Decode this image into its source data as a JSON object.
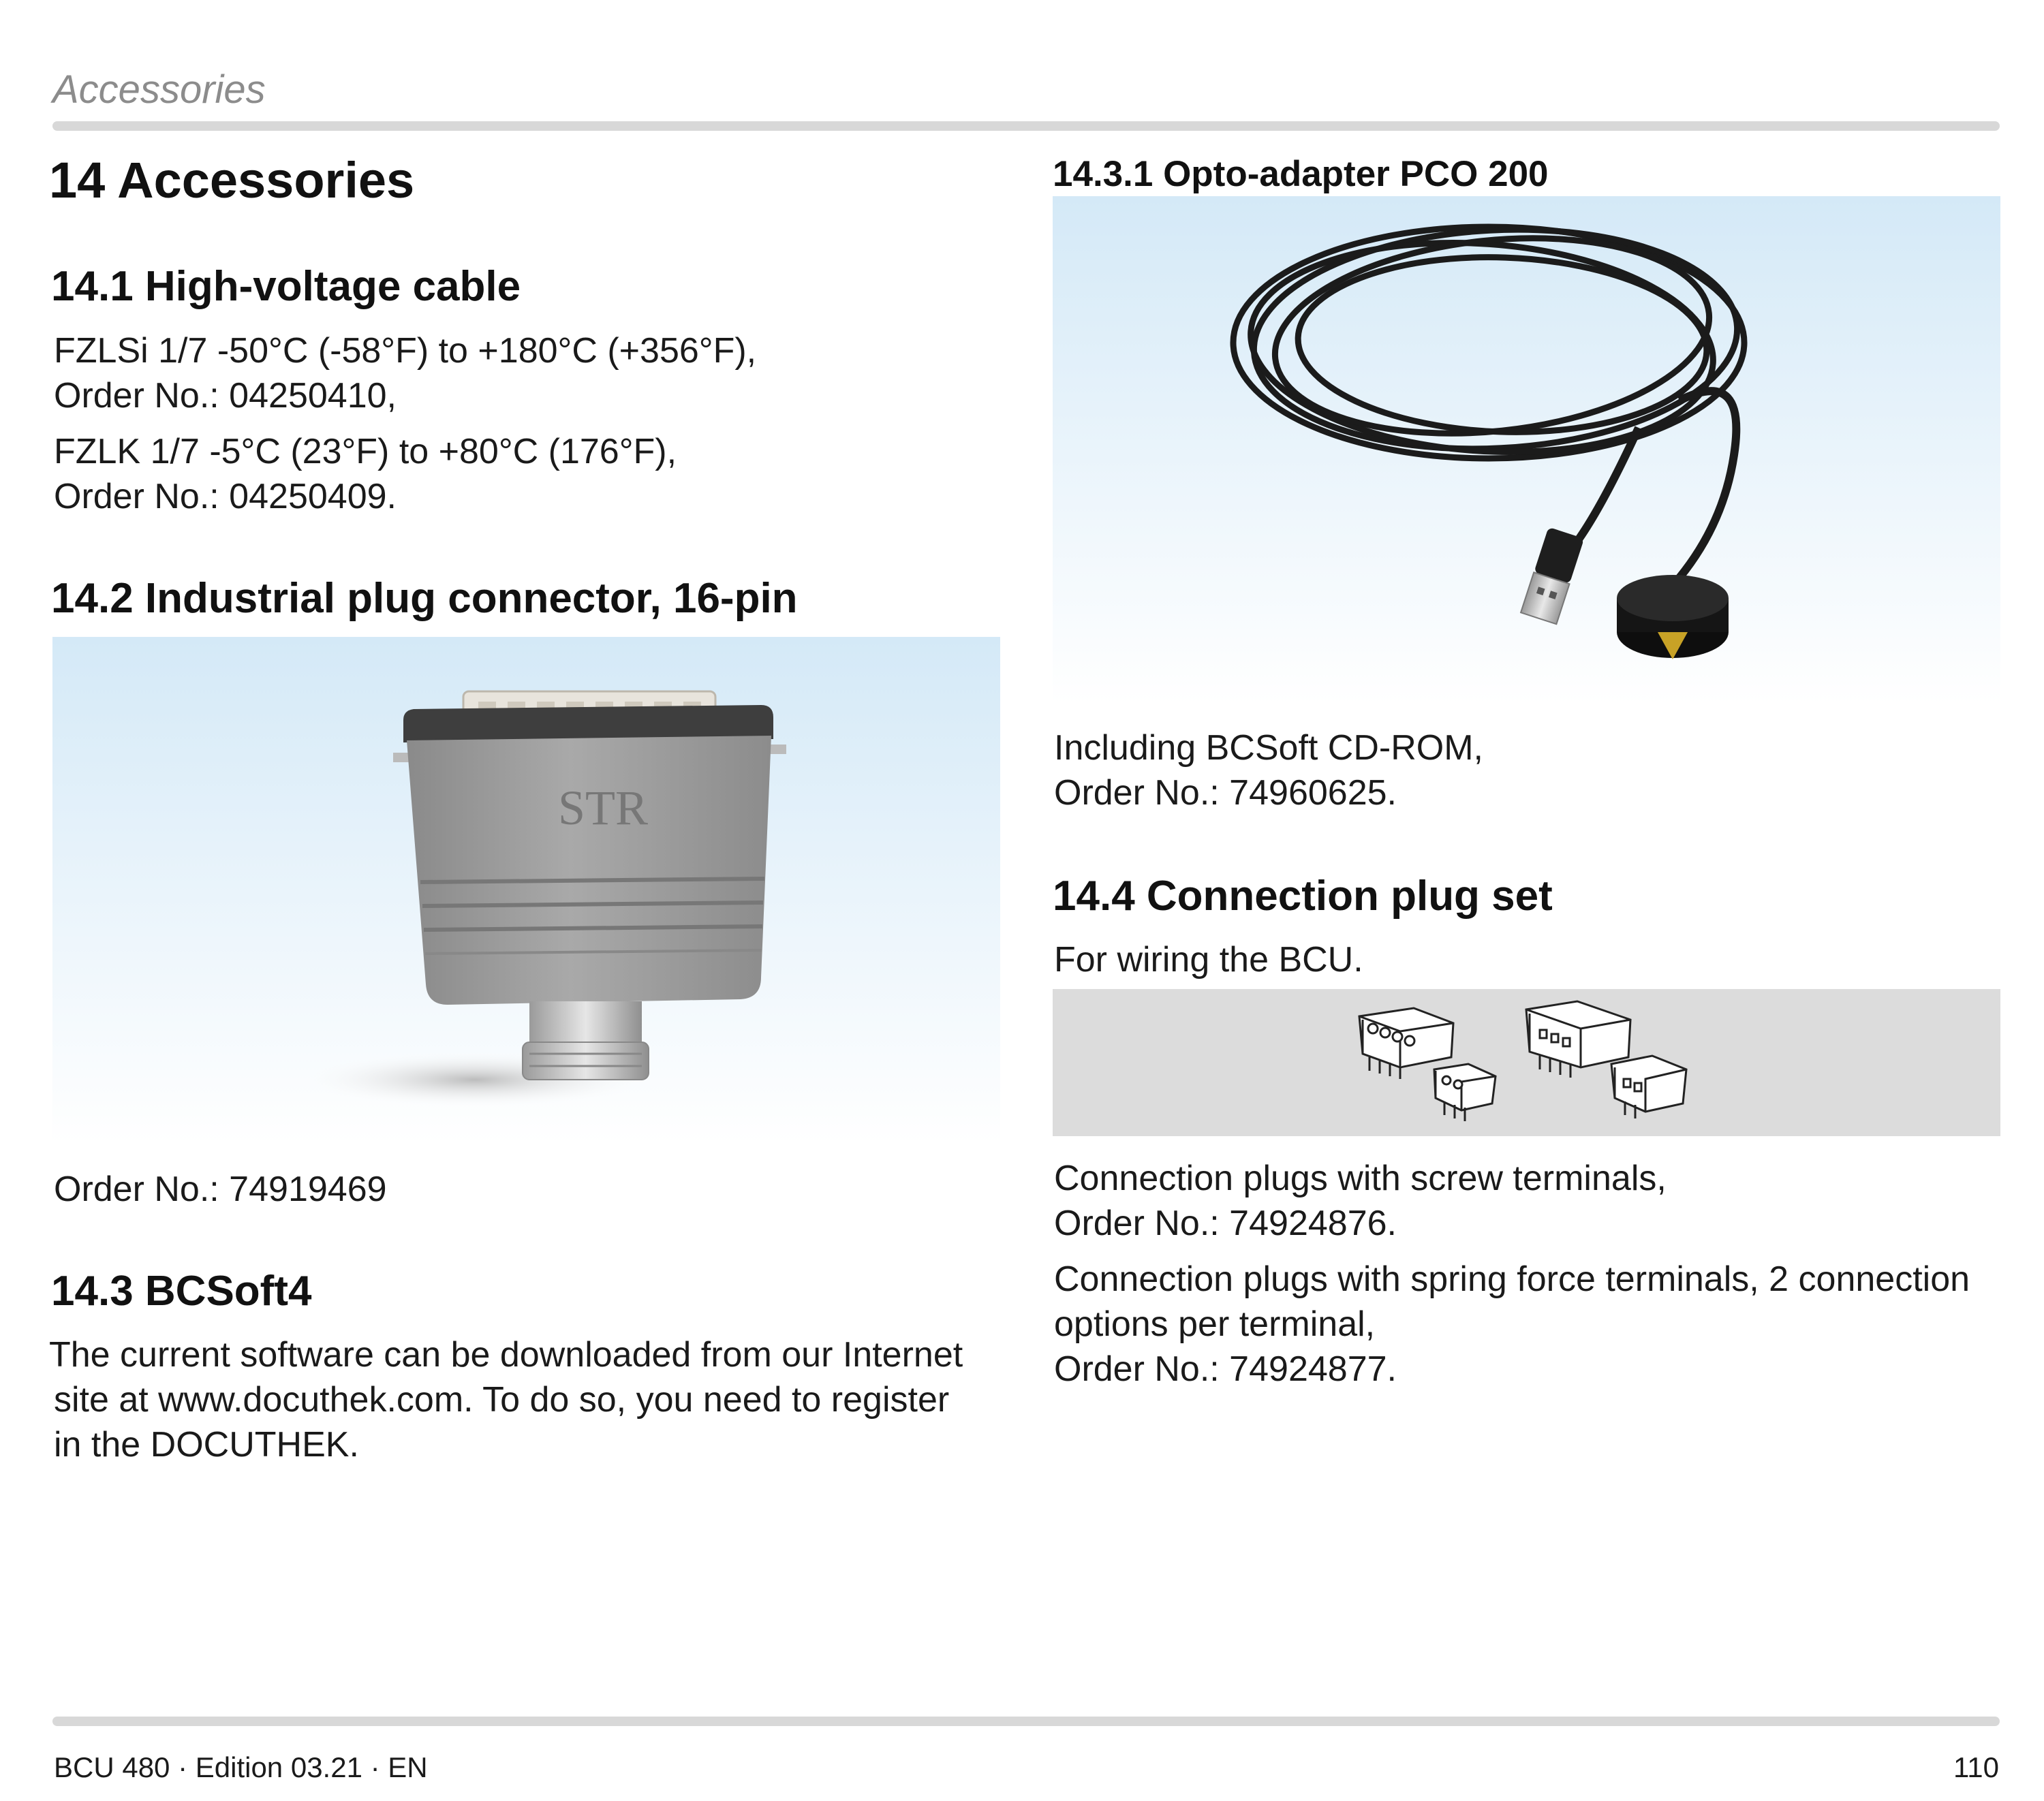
{
  "header": {
    "running_title": "Accessories"
  },
  "left": {
    "title": "14 Accessories",
    "s1": {
      "heading": "14.1 High-voltage cable",
      "line1": "FZLSi 1/7 -50°C (-58°F) to +180°C (+356°F),",
      "line2": "Order No.: 04250410,",
      "line3": "FZLK 1/7 -5°C (23°F) to +80°C (176°F),",
      "line4": "Order No.: 04250409."
    },
    "s2": {
      "heading": "14.2 Industrial plug connector, 16-pin",
      "logo_text": "STR",
      "order": "Order No.: 74919469"
    },
    "s3": {
      "heading": "14.3 BCSoft4",
      "line1": "The current software can be downloaded from our Internet",
      "line2": "site at www.docuthek.com. To do so, you need to register",
      "line3": "in the DOCUTHEK."
    }
  },
  "right": {
    "s31": {
      "heading": "14.3.1 Opto-adapter PCO 200",
      "line1": "Including BCSoft CD-ROM,",
      "line2": "Order No.: 74960625."
    },
    "s4": {
      "heading": "14.4 Connection plug set",
      "intro": "For wiring the BCU.",
      "line1": "Connection plugs with screw terminals,",
      "line2": "Order No.: 74924876.",
      "line3": "Connection plugs with spring force terminals, 2 connection",
      "line4": "options per terminal,",
      "line5": "Order No.: 74924877."
    }
  },
  "footer": {
    "doc_info": "BCU 480 · Edition 03.21 · EN",
    "page_number": "110"
  }
}
